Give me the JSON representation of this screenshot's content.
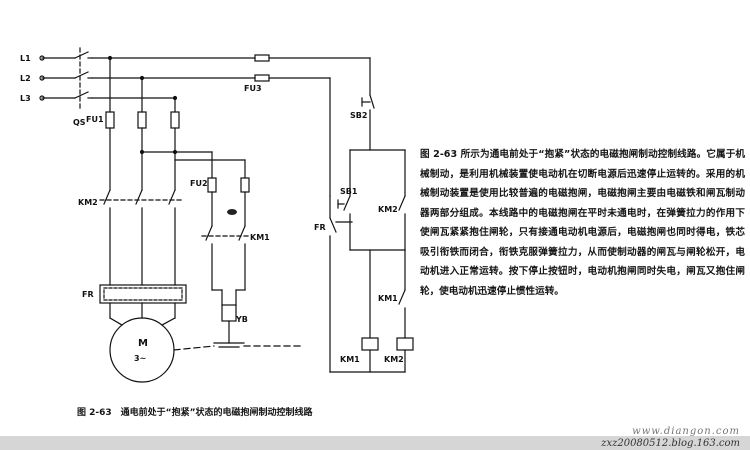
{
  "labels": {
    "l1": "L1",
    "l2": "L2",
    "l3": "L3",
    "qs": "QS",
    "fu1": "FU1",
    "fu2": "FU2",
    "fu3": "FU3",
    "km2_main": "KM2",
    "km1_main": "KM1",
    "fr_main": "FR",
    "motor_m": "M",
    "motor_3": "3~",
    "yb": "YB",
    "sb2": "SB2",
    "sb1": "SB1",
    "fr_ctrl": "FR",
    "km2_ctrl": "KM2",
    "km1_ctrl": "KM1",
    "km1_coil": "KM1",
    "km2_coil": "KM2"
  },
  "description": "图 2-63 所示为通电前处于“抱紧”状态的电磁抱闸制动控制线路。它属于机械制动，是利用机械装置使电动机在切断电源后迅速停止运转的。采用的机械制动装置是使用比较普遍的电磁抱闸，电磁抱闸主要由电磁铁和闸瓦制动器两部分组成。本线路中的电磁抱闸在平时未通电时，在弹簧拉力的作用下使闸瓦紧紧抱住闸轮，只有接通电动机电源后，电磁抱闸也同时得电，铁芯吸引衔铁而闭合，衔铁克服弹簧拉力，从而使制动器的闸瓦与闸轮松开，电动机进入正常运转。按下停止按钮时，电动机抱闸同时失电，闸瓦又抱住闸轮，使电动机迅速停止惯性运转。",
  "caption": "图 2-63　通电前处于“抱紧”状态的电磁抱闸制动控制线路",
  "watermark": {
    "line1": "www.diangon.com",
    "line2": "zxz20080512.blog.163.com"
  }
}
